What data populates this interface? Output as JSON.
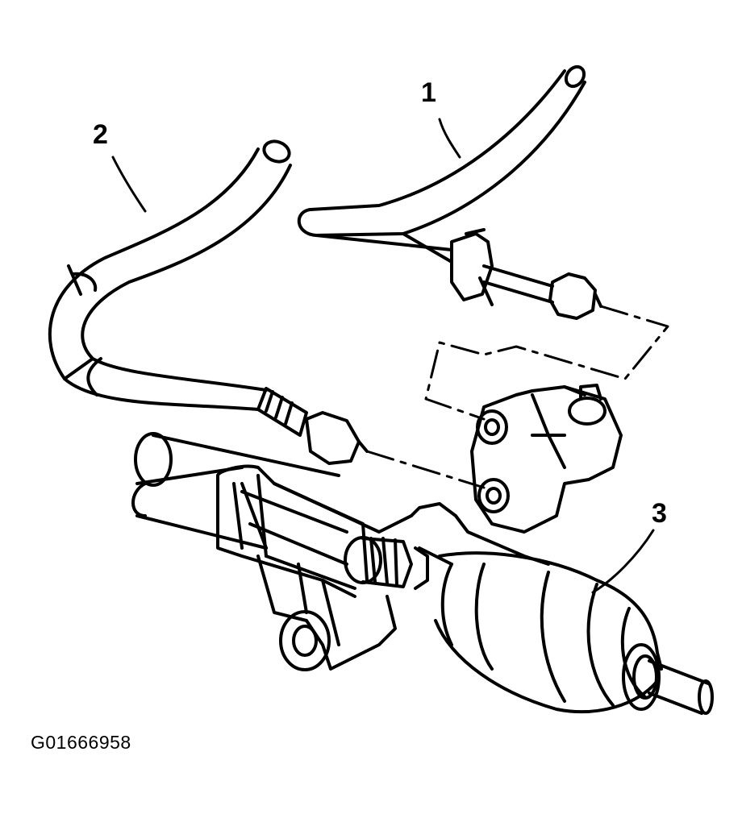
{
  "callouts": [
    {
      "id": "1",
      "label": "1"
    },
    {
      "id": "2",
      "label": "2"
    },
    {
      "id": "3",
      "label": "3"
    }
  ],
  "figure_id": "G01666958",
  "colors": {
    "ink": "#000000",
    "paper": "#ffffff"
  }
}
